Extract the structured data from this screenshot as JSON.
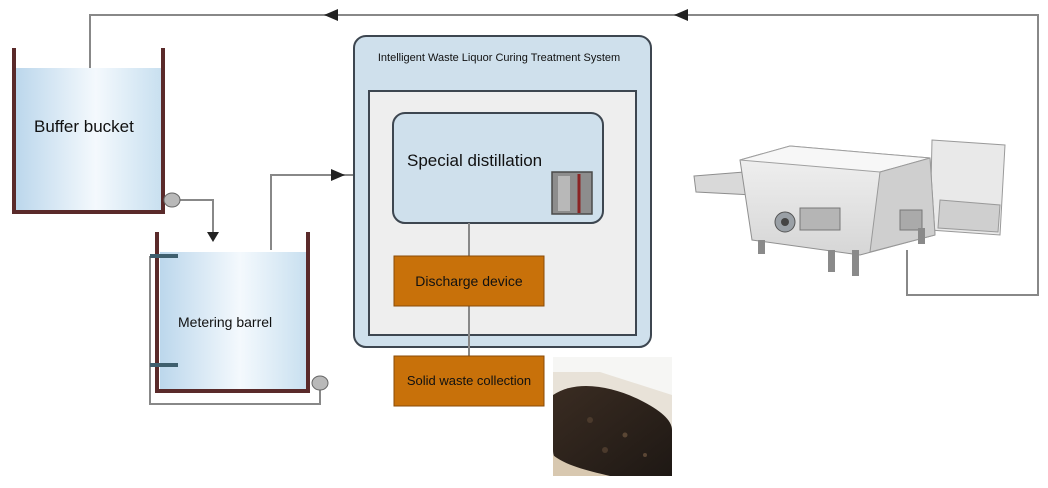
{
  "labels": {
    "buffer_bucket": "Buffer bucket",
    "metering_barrel": "Metering barrel",
    "system_title": "Intelligent Waste Liquor Curing Treatment System",
    "special_distillation": "Special distillation",
    "discharge_device": "Discharge device",
    "solid_waste_collection": "Solid waste collection"
  },
  "colors": {
    "tank_wall": "#5a2a2a",
    "liquid_top": "#c4dcef",
    "liquid_bottom": "#ffffff",
    "system_frame": "#cfe0ec",
    "system_border": "#3d4650",
    "inner_panel": "#eeeeee",
    "orange_box": "#c8710a",
    "pipe": "#888888",
    "arrow": "#222222"
  },
  "icons": {
    "pumps": "pump-icon",
    "machine": "plate-processor-machine-image",
    "waste": "solid-waste-photo"
  }
}
